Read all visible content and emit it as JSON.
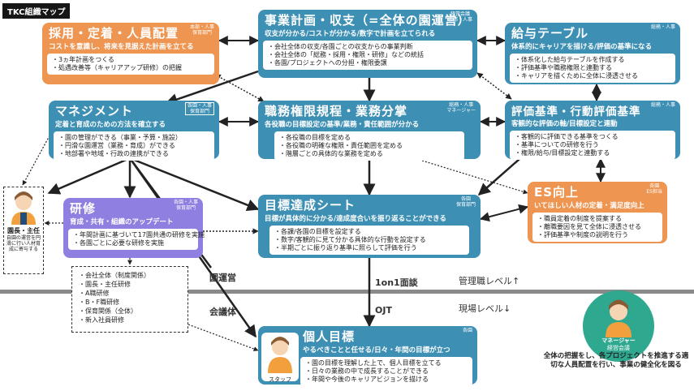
{
  "title": "TKC組織マップ",
  "boxes": {
    "center_top": {
      "title": "事業計画・収支（=全体の園運営）",
      "tag": "経営会議\n本部・人事",
      "subtitle": "収支が分かる/コストが分かる/数字で計画を立てられる",
      "items": [
        "会社全体の収支/各園ごとの収支からの事業判断",
        "会社全体の「総務・採用・権限・研修」などの統括",
        "各園/プロジェクトへの分担・権限委譲"
      ]
    },
    "saiyo": {
      "title": "採用・定着・人員配置",
      "tag": "本部・人事\n保育部門",
      "subtitle": "コストを意識し、将来を見据えた計画を立てる",
      "items": [
        "3ヵ年計画をつくる",
        "処遇改善等（キャリアアップ研修）の把握"
      ]
    },
    "kyuyo": {
      "title": "給与テーブル",
      "tag": "総務・人事",
      "subtitle": "体系的にキャリアを描ける/評価の基準になる",
      "items": [
        "体系化した給与テーブルを作成する",
        "評価基準や職務権限と連動する",
        "キャリアを描くために全体に浸透させる"
      ]
    },
    "management": {
      "title": "マネジメント",
      "tag": "各園・人事\n保育部門",
      "subtitle": "定着と育成のための方法を確立する",
      "items": [
        "園の管理ができる（事業・予算・施設）",
        "円滑な園運営（業務・育成）ができる",
        "地部署や地域・行政の連携ができる"
      ]
    },
    "shokumu": {
      "title": "職務権限規程・業務分掌",
      "tag": "総務・人事\nマネージャー",
      "subtitle": "各役職の目標設定の基準/業務・責任範囲が分かる",
      "items": [
        "各役職の目標を定める",
        "各役職の明確な権限・責任範囲を定める",
        "階層ごとの具体的な業務を定める"
      ]
    },
    "hyoka": {
      "title": "評価基準・行動評価基準",
      "tag": "総務・人事",
      "subtitle": "客観的な評価の軸/目標設定と連動",
      "items": [
        "客観的に評価できる基準をつくる",
        "基準についての研修を行う",
        "権限/給与/目標設定と連動する"
      ]
    },
    "es": {
      "title": "ES向上",
      "tag": "各園\nES担当",
      "subtitle": "いてほしい人材の定着・満足度向上",
      "items": [
        "職員定着の制度を提案する",
        "離職要因を見て全体に浸透させる",
        "評価基準や制度の説明を行う"
      ]
    },
    "kenshu": {
      "title": "研修",
      "tag": "各園・人事\n保育部門",
      "subtitle": "育成・共有・組織のアップデート",
      "items": [
        "年間計画に基づいて17園共通の研修を実施",
        "各園ごとに必要な研修を実施"
      ]
    },
    "mokuhyo": {
      "title": "目標達成シート",
      "tag": "各園\n保育部門",
      "subtitle": "目標が具体的に分かる/達成度合いを振り返ることができる",
      "items": [
        "各課/各園の目標を設定する",
        "数字/客観的に見て分かる具体的な行動を設定する",
        "半期ごとに振り返り基準に照らして評価を行う"
      ]
    },
    "kojin": {
      "title": "個人目標",
      "tag": "各園",
      "subtitle": "やるべきことと任せる/日々・年間の目標が立つ",
      "items": [
        "園の目標を理解した上で、個人目標を立てる",
        "日々の業務の中で成長することができる",
        "年間や今後のキャリアビジョンを描ける"
      ]
    }
  },
  "training_list": [
    "会社全体（制度関係）",
    "園長・主任研修",
    "A職研修",
    "B・F職研修",
    "保育関係（全体）",
    "新入社員研修"
  ],
  "left_person": {
    "title": "園長・主任",
    "desc": "自園の運営を円滑に行い人材育成に寄与する"
  },
  "staff_label": "スタッフ",
  "manager": {
    "title": "マネージャー",
    "sub": "経営会議",
    "desc": "全体の把握をし、各プロジェクトを推進する適切な人員配置を行い、事業の健全化を図る"
  },
  "labels": {
    "enunei": "園運営",
    "kaigitai": "会議体",
    "oneonone": "1on1面談",
    "ojt": "OJT",
    "kanri": "管理職レベル↑",
    "genba": "現場レベル↓"
  },
  "colors": {
    "blue": "#3d8fb4",
    "orange": "#ee9552",
    "purple": "#8f7fe0",
    "teal": "#2fa890",
    "line": "#444444"
  }
}
